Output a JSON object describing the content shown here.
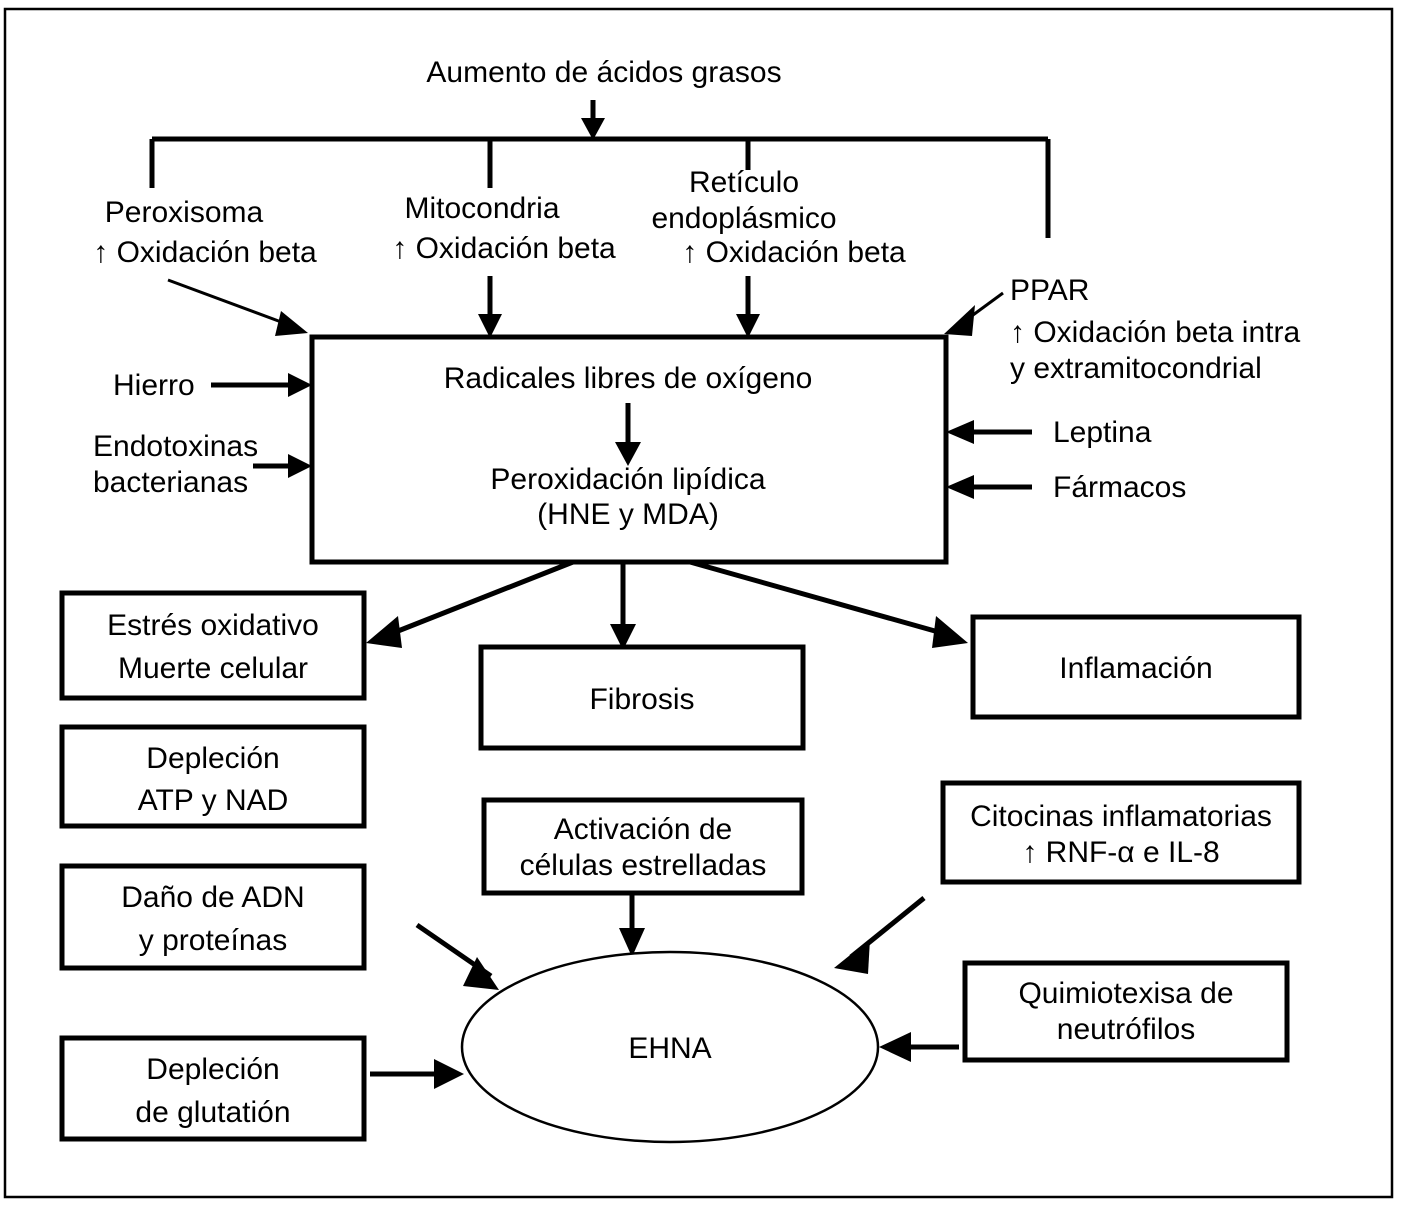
{
  "figure": {
    "type": "flow-diagram",
    "language": "es",
    "title_node": "Aumento de ácidos grasos",
    "terminal_node": "EHNA"
  },
  "nodes": {
    "top": {
      "label": "Aumento de ácidos grasos"
    },
    "sources": [
      {
        "name": "peroxisoma",
        "line1": "Peroxisoma",
        "line2": "↑ Oxidación beta"
      },
      {
        "name": "mitocondria",
        "line1": "Mitocondria",
        "line2": "↑ Oxidación beta"
      },
      {
        "name": "reticulo-endoplasmico",
        "line1": "Retículo",
        "line2": "endoplásmico",
        "line3": "↑ Oxidación beta"
      }
    ],
    "ppar": {
      "line1": "PPAR",
      "line2": "↑ Oxidación beta intra",
      "line3": "y extramitocondrial"
    },
    "left_inputs": [
      {
        "name": "hierro",
        "line1": "Hierro"
      },
      {
        "name": "endotoxinas",
        "line1": "Endotoxinas",
        "line2": "bacterianas"
      }
    ],
    "right_inputs": [
      {
        "name": "leptina",
        "line1": "Leptina"
      },
      {
        "name": "farmacos",
        "line1": "Fármacos"
      }
    ],
    "main_box": {
      "line1": "Radicales libres de oxígeno",
      "line2": "Peroxidación lipídica",
      "line3": "(HNE y MDA)"
    },
    "outcomes": [
      {
        "name": "estres-oxidativo",
        "line1": "Estrés oxidativo",
        "line2": "Muerte celular"
      },
      {
        "name": "fibrosis",
        "line1": "Fibrosis"
      },
      {
        "name": "inflamacion",
        "line1": "Inflamación"
      }
    ],
    "left_column": [
      {
        "name": "deplecion-atp-nad",
        "line1": "Depleción",
        "line2": "ATP y NAD"
      },
      {
        "name": "dano-adn-proteinas",
        "line1": "Daño de ADN",
        "line2": "y proteínas"
      },
      {
        "name": "deplecion-glutation",
        "line1": "Depleción",
        "line2": "de glutatión"
      }
    ],
    "activacion": {
      "line1": "Activación de",
      "line2": "células estrelladas"
    },
    "citocinas": {
      "line1": "Citocinas inflamatorias",
      "line2": "↑ RNF-α e IL-8"
    },
    "quimiotexisa": {
      "line1": "Quimiotexisa de",
      "line2": "neutrófilos"
    },
    "ehna": {
      "label": "EHNA"
    }
  },
  "style": {
    "stroke": "#000000",
    "background": "#ffffff",
    "text_color": "#000000"
  }
}
